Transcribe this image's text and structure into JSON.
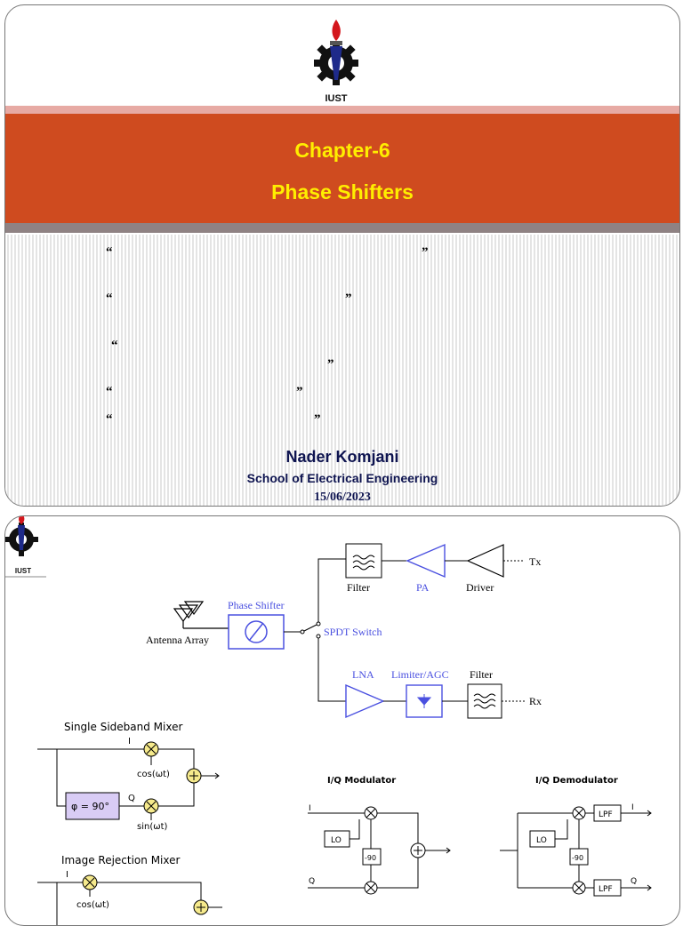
{
  "slide1": {
    "logo_text": "IUST",
    "chapter": "Chapter-6",
    "title": "Phase Shifters",
    "quotes": [
      {
        "open": "“",
        "close": "”"
      },
      {
        "open": "“",
        "close": "”"
      },
      {
        "open": "“",
        "close": "”"
      },
      {
        "open": "“",
        "close": "”"
      },
      {
        "open": "“",
        "close": "”"
      }
    ],
    "author": "Nader Komjani",
    "school": "School of Electrical Engineering",
    "date": "15/06/2023"
  },
  "slide2": {
    "logo_text": "IUST",
    "frontend": {
      "tx": "Tx",
      "rx": "Rx",
      "filter_top": "Filter",
      "pa": "PA",
      "driver": "Driver",
      "phase_shifter": "Phase Shifter",
      "spdt": "SPDT Switch",
      "antenna": "Antenna Array",
      "lna": "LNA",
      "limiter": "Limiter/AGC",
      "filter_bottom": "Filter"
    },
    "ssb": {
      "title": "Single Sideband Mixer",
      "i": "I",
      "q": "Q",
      "cos": "cos(ωt)",
      "sin": "sin(ωt)",
      "phi": "φ = 90°"
    },
    "irm": {
      "title": "Image Rejection Mixer",
      "i": "I",
      "cos": "cos(ωt)"
    },
    "iq_mod": {
      "title": "I/Q Modulator",
      "i": "I",
      "q": "Q",
      "lo": "LO",
      "shift": "-90"
    },
    "iq_demod": {
      "title": "I/Q Demodulator",
      "i": "I",
      "q": "Q",
      "lo": "LO",
      "shift": "-90",
      "lpf": "LPF"
    }
  },
  "colors": {
    "banner": "#cf4b1f",
    "title_yellow": "#ffee00",
    "author_navy": "#0e1450",
    "diagram_blue": "#4a50e0",
    "mixer_yellow": "#f6ea8c",
    "phi_purple": "#d9ccf5"
  }
}
